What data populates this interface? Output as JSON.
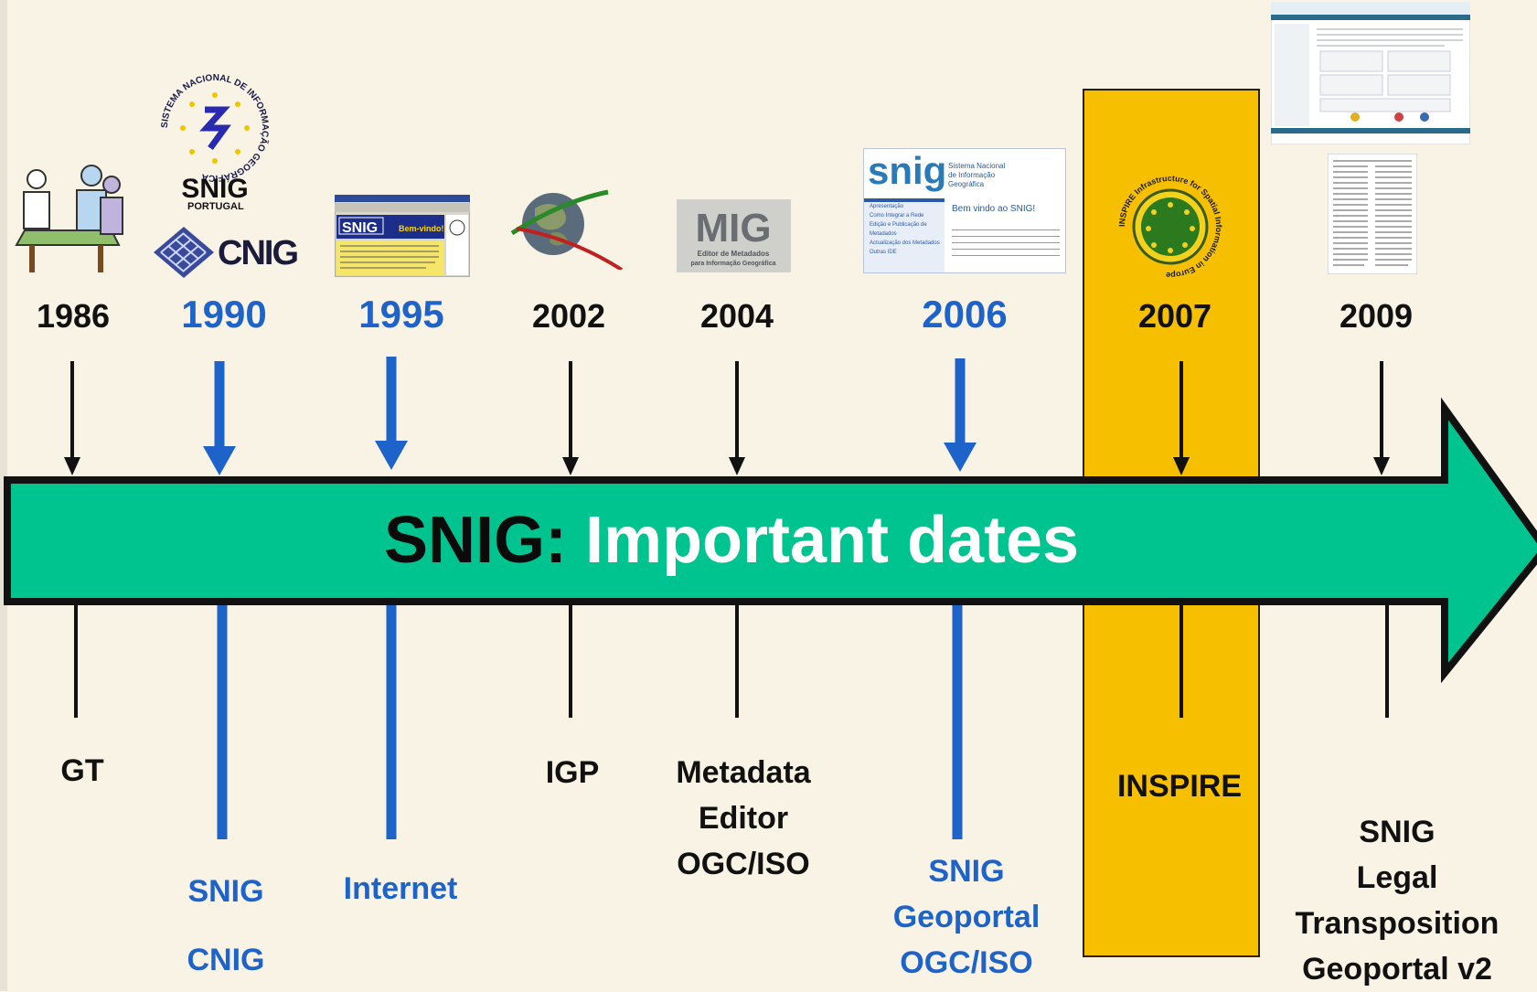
{
  "title": {
    "prefix": "SNIG:",
    "text": "Important dates"
  },
  "years": [
    "1986",
    "1990",
    "1995",
    "2002",
    "2004",
    "2006",
    "2007",
    "2009"
  ],
  "labels": {
    "gt": "GT",
    "snig_1990": "SNIG",
    "cnig_1990": "CNIG",
    "internet": "Internet",
    "igp": "IGP",
    "metadata_lines": [
      "Metadata",
      "Editor",
      "OGC/ISO"
    ],
    "snig_2006_lines": [
      "SNIG",
      "Geoportal",
      "OGC/ISO"
    ],
    "inspire": "INSPIRE",
    "snig_2009_lines": [
      "SNIG",
      "Legal",
      "Transposition",
      "Geoportal v2"
    ]
  },
  "logos": {
    "snig_emblem_ring": "SISTEMA NACIONAL DE INFORMAÇÃO GEOGRÁFICA",
    "snig_emblem_name": "SNIG",
    "snig_emblem_country": "PORTUGAL",
    "cnig": "CNIG",
    "snig_1995_screen": "SNIG",
    "snig_1995_banner": "Bem-vindo!",
    "mig_title": "MIG",
    "mig_subtitle_1": "Editor de Metadados",
    "mig_subtitle_2": "para Informação Geográfica",
    "snig_2006_logo": "snig",
    "snig_2006_name_1": "Sistema Nacional",
    "snig_2006_name_2": "de Informação",
    "snig_2006_name_3": "Geográfica",
    "snig_2006_welcome": "Bem vindo ao SNIG!",
    "snig_2006_menu": [
      "Apresentação",
      "Como Integrar a Rede",
      "Edição e Publicação de Metadados",
      "Actualização dos Metadados",
      "Outras IDE"
    ],
    "inspire_ring": "INSPIRE Infrastructure for Spatial Information in Europe"
  },
  "colors": {
    "background": "#f8f3e4",
    "arrow_fill": "#00c48f",
    "highlight_band": "#f6c000",
    "blue_text": "#1e63c9"
  },
  "icons": [
    "people-at-table-icon",
    "snig-emblem-icon",
    "cnig-logo-icon",
    "snig-website-1995-icon",
    "globe-icon",
    "mig-logo-icon",
    "snig-website-2006-icon",
    "inspire-logo-icon",
    "snig-geoportal-2009-icon",
    "legal-document-icon"
  ]
}
